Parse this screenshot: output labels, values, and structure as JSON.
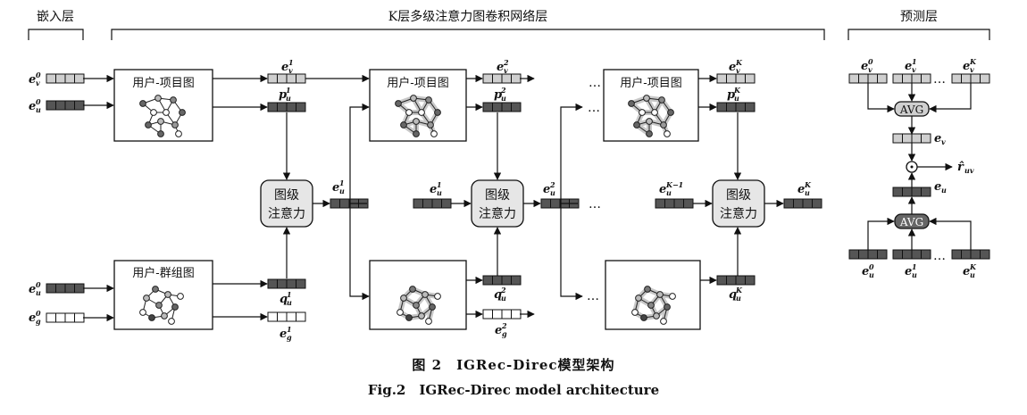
{
  "sections": {
    "embedding": "嵌入层",
    "k_layers": "K层多级注意力图卷积网络层",
    "prediction": "预测层"
  },
  "graphs": {
    "user_item": "用户-项目图",
    "user_group": "用户-群组图"
  },
  "attention": {
    "line1": "图级",
    "line2": "注意力"
  },
  "avg": "AVG",
  "ellipsis": "…",
  "vars": {
    "e": "e",
    "p": "p",
    "q": "q",
    "u": "u",
    "v": "v",
    "g": "g",
    "r_hat": "r̂",
    "uv": "uv"
  },
  "indices": {
    "zero": "0",
    "one": "1",
    "two": "2",
    "K": "K",
    "K_minus_1": "K−1"
  },
  "caption": {
    "cn": "图 2　IGRec-Direc模型架构",
    "en": "Fig.2　IGRec-Direc model architecture"
  },
  "colors": {
    "light_cell": "#cfcfcf",
    "dark_cell": "#555555",
    "white_cell": "#ffffff",
    "attention_fill": "#e6e6e6",
    "line": "#111111"
  }
}
